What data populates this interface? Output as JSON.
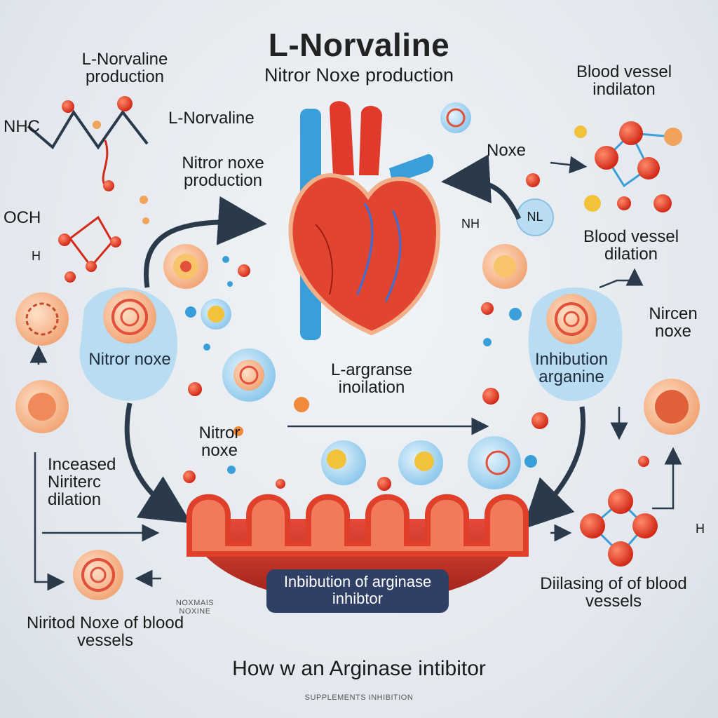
{
  "title": "L-Norvaline",
  "subtitle": "Nitror Noxe production",
  "left_top_label": "L-Norvaline production",
  "nhc_label": "NHC",
  "och_label": "OCH",
  "h_label_left": "H",
  "center_left_label_1": "L-Norvaline",
  "center_left_label_2": "Nitror noxe production",
  "left_blob_label": "Nitror noxe",
  "increased_label": "Inceased Niriterc dilation",
  "nitror_noxe_mid": "Nitror noxe",
  "center_arrow_label": "L-argranse inoilation",
  "bottom_left_label": "Niritod Noxe of blood vessels",
  "noxe_small": "NOXMAIS NOXINE",
  "banner_label": "Inbibution of arginase inhibtor",
  "bottom_caption": "How w an Arginase intibitor",
  "footer_small": "SUPPLEMENTS INHIBITION",
  "right_top_label": "Blood vessel indilaton",
  "noxe_right": "Noxe",
  "nh_mid_right": "NH",
  "nl_circle": "NL",
  "right_mid_label": "Blood vessel dilation",
  "right_blob_label": "Inhibution arganine",
  "nircen_label": "Nircen noxe",
  "h_label_right": "H",
  "right_bottom_label": "Diilasing of of blood vessels",
  "colors": {
    "red": "#e03a2a",
    "blue": "#3a9fd8",
    "dark": "#2b3a4a",
    "banner": "#2f3f66",
    "orange": "#f0a35a"
  }
}
